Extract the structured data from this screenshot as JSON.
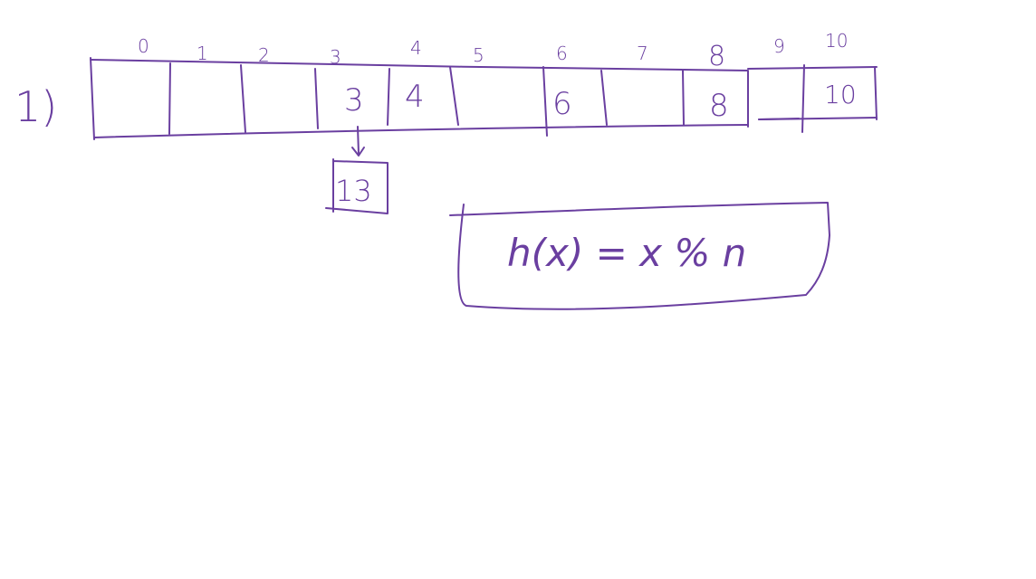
{
  "problem_number": "1)",
  "indices": [
    "0",
    "1",
    "2",
    "3",
    "4",
    "5",
    "6",
    "7",
    "8",
    "9",
    "10"
  ],
  "cells": [
    "",
    "",
    "",
    "3",
    "4",
    "",
    "6",
    "",
    "8",
    "",
    "10"
  ],
  "chained_value": "13",
  "formula": "h(x) = x % n",
  "colors": {
    "ink": "#6a3fa0",
    "background": "#ffffff"
  }
}
